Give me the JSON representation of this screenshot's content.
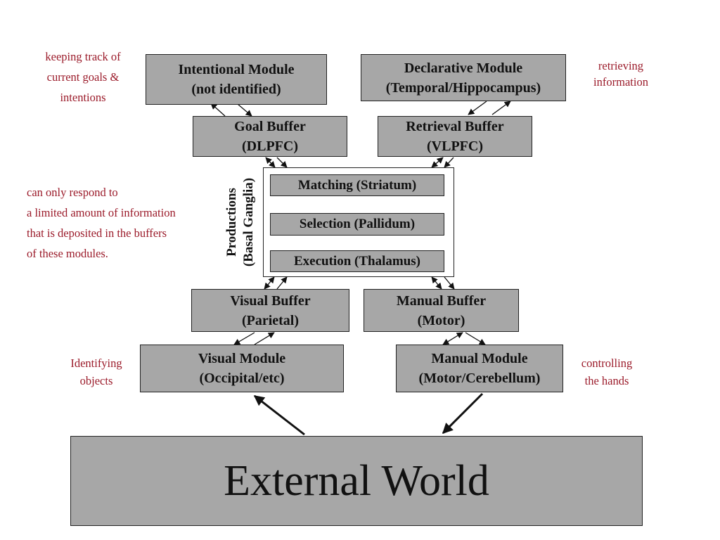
{
  "modules": {
    "intentional": {
      "line1": "Intentional Module",
      "line2": "(not identified)"
    },
    "declarative": {
      "line1": "Declarative Module",
      "line2": "(Temporal/Hippocampus)"
    },
    "goal_buffer": {
      "line1": "Goal Buffer",
      "line2": "(DLPFC)"
    },
    "retrieval_buffer": {
      "line1": "Retrieval Buffer",
      "line2": "(VLPFC)"
    },
    "visual_buffer": {
      "line1": "Visual Buffer",
      "line2": "(Parietal)"
    },
    "manual_buffer": {
      "line1": "Manual Buffer",
      "line2": "(Motor)"
    },
    "visual_module": {
      "line1": "Visual Module",
      "line2": "(Occipital/etc)"
    },
    "manual_module": {
      "line1": "Manual Module",
      "line2": "(Motor/Cerebellum)"
    }
  },
  "productions": {
    "label_line1": "Productions",
    "label_line2": "(Basal Ganglia)",
    "matching": "Matching (Striatum)",
    "selection": "Selection (Pallidum)",
    "execution": "Execution (Thalamus)"
  },
  "external_world": "External World",
  "notes": {
    "goals": [
      "keeping track of",
      "current goals &",
      "intentions"
    ],
    "retrieving": [
      "retrieving",
      "information"
    ],
    "productions": [
      "can only respond to",
      "a limited amount of information",
      "that is deposited in the buffers",
      "of these modules."
    ],
    "visual": [
      "Identifying",
      "objects"
    ],
    "manual": [
      "controlling",
      "the hands"
    ]
  },
  "colors": {
    "box_fill": "#a7a7a7",
    "annotation": "#9b1b2a",
    "line": "#111111"
  }
}
